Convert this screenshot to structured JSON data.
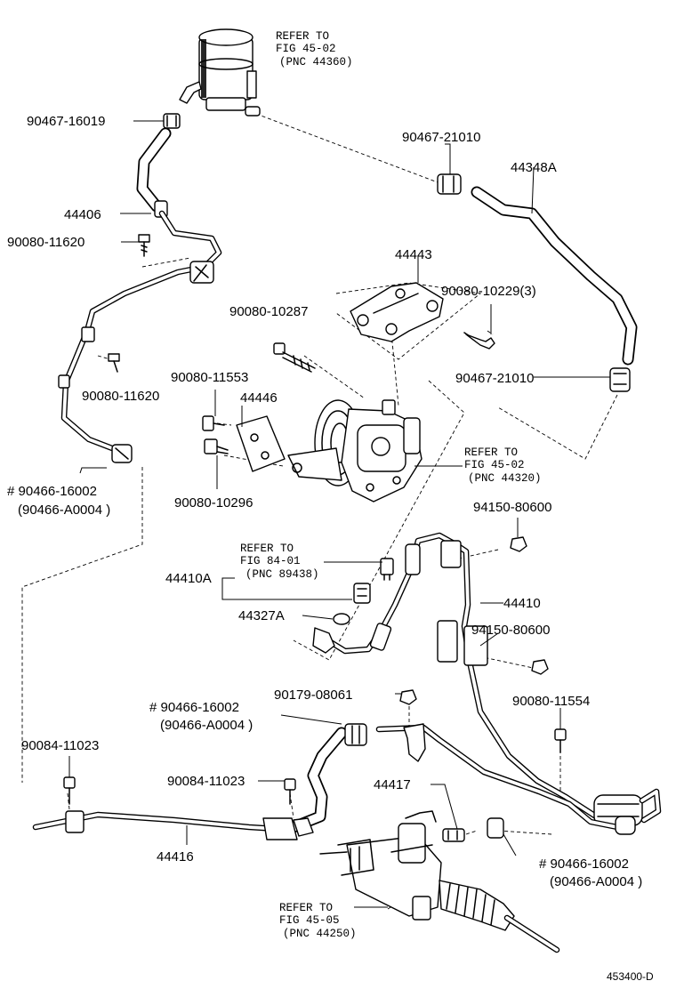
{
  "part_labels": {
    "p90467_16019": "90467-16019",
    "p90467_21010_top": "90467-21010",
    "p44348A": "44348A",
    "p44406": "44406",
    "p90080_11620_a": "90080-11620",
    "p44443": "44443",
    "p90080_10229": "90080-10229(3)",
    "p90080_10287": "90080-10287",
    "p90467_21010_mid": "90467-21010",
    "p90080_11553": "90080-11553",
    "p44446": "44446",
    "p90080_11620_b": "90080-11620",
    "p90466_16002_a": "# 90466-16002",
    "p90466_A0004_a": "(90466-A0004   )",
    "p90080_10296": "90080-10296",
    "p94150_80600_a": "94150-80600",
    "p44410A": "44410A",
    "p44410": "44410",
    "p44327A": "44327A",
    "p94150_80600_b": "94150-80600",
    "p90179_08061": "90179-08061",
    "p90466_16002_b": "# 90466-16002",
    "p90466_A0004_b": "(90466-A0004   )",
    "p90080_11554": "90080-11554",
    "p90084_11023_a": "90084-11023",
    "p90084_11023_b": "90084-11023",
    "p44417": "44417",
    "p44416": "44416",
    "p90466_16002_c": "# 90466-16002",
    "p90466_A0004_c": "(90466-A0004   )"
  },
  "references": {
    "r1": {
      "line1": "REFER TO",
      "line2": "FIG 45-02",
      "line3": "(PNC 44360)"
    },
    "r2": {
      "line1": "REFER TO",
      "line2": "FIG 45-02",
      "line3": "(PNC 44320)"
    },
    "r3": {
      "line1": "REFER TO",
      "line2": "FIG 84-01",
      "line3": "(PNC 89438)"
    },
    "r4": {
      "line1": "REFER TO",
      "line2": "FIG 45-05",
      "line3": "(PNC 44250)"
    }
  },
  "figure_id": "453400-D"
}
